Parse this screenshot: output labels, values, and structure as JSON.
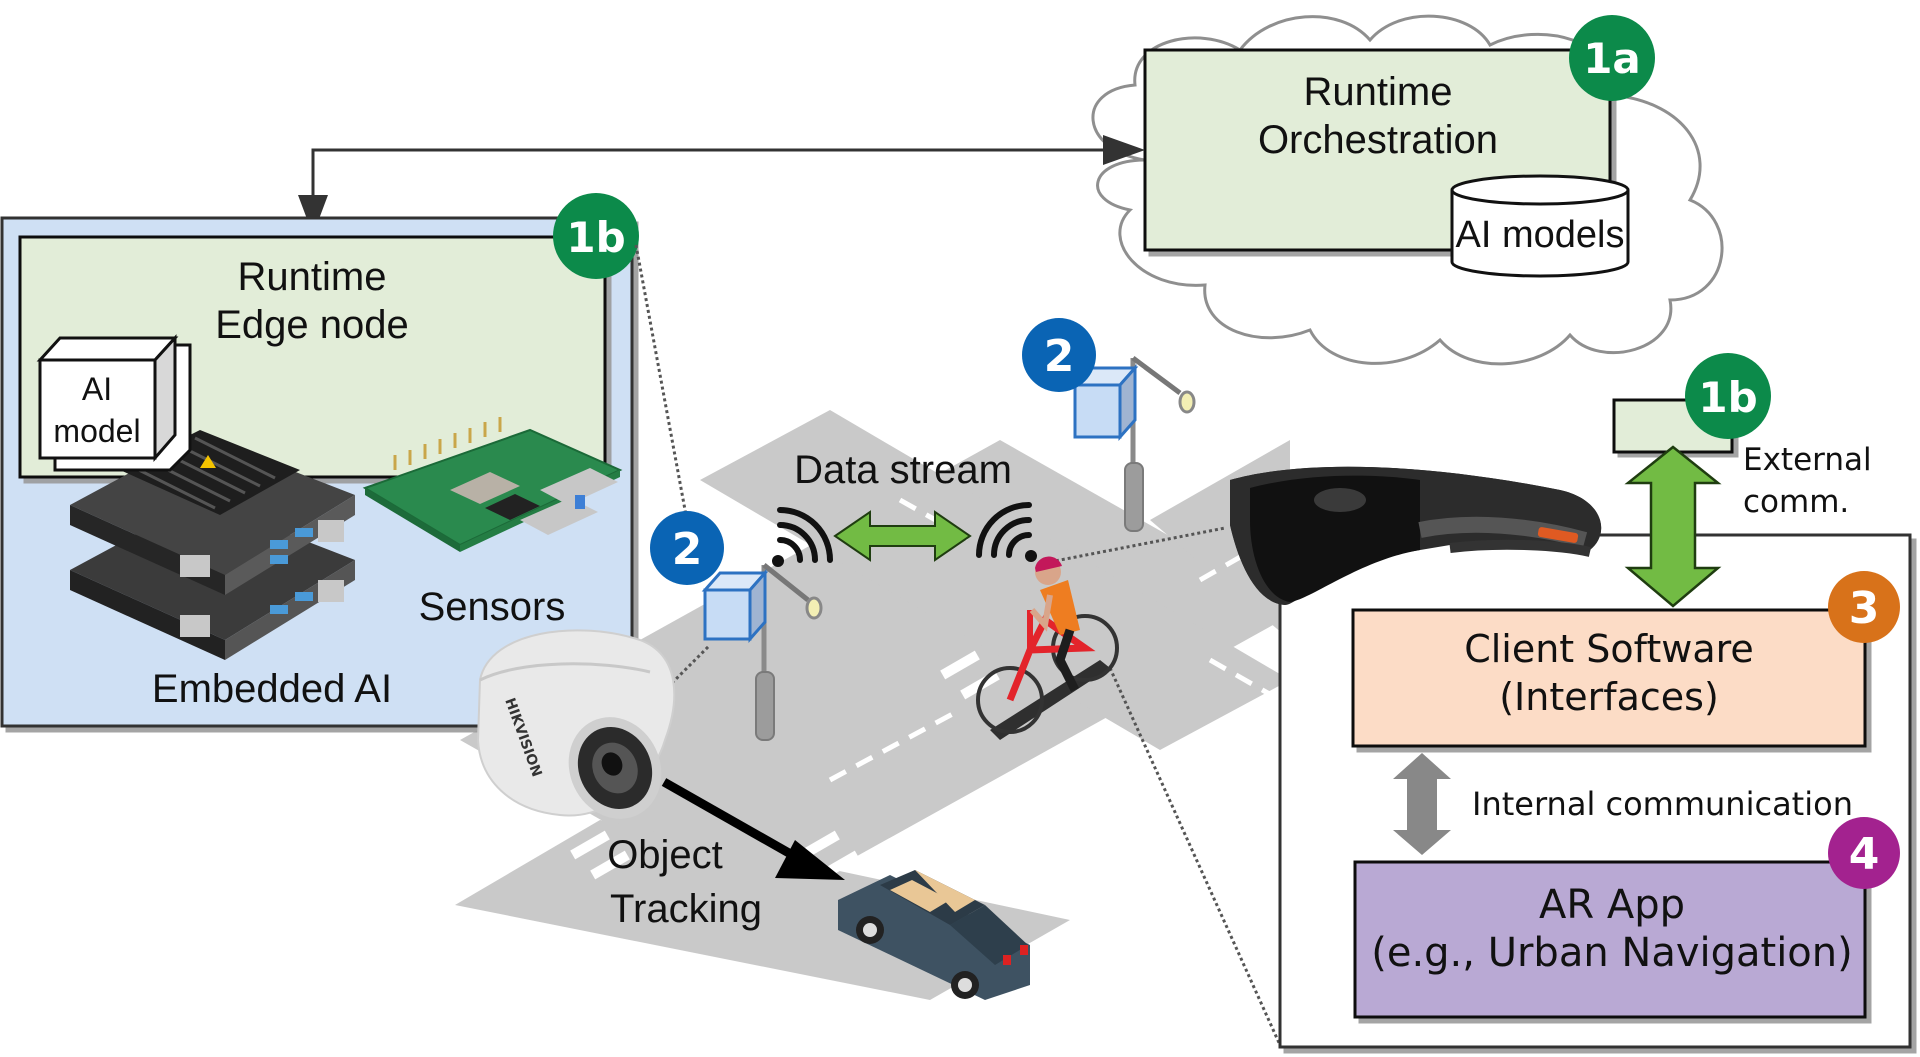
{
  "title": "Edge-cloud AI runtime architecture for AR urban navigation",
  "colors": {
    "edge_panel": "#cfe0f4",
    "runtime_box": "#e2edd8",
    "client_software": "#fcdcc6",
    "ar_app": "#b9a9d4",
    "badge_green": "#0c8a4a",
    "badge_blue": "#0a64b4",
    "badge_orange": "#d8721a",
    "badge_purple": "#a3228f",
    "arrow_green": "#72bb44",
    "arrow_gray": "#888888",
    "road": "#c9c9c9"
  },
  "cloud": {
    "box_title_line1": "Runtime",
    "box_title_line2": "Orchestration",
    "database_label": "AI models",
    "badge": "1a"
  },
  "edge": {
    "box_title_line1": "Runtime",
    "box_title_line2": "Edge node",
    "badge": "1b",
    "model_line1": "AI",
    "model_line2": "model",
    "embedded_label": "Embedded AI",
    "sensors_label": "Sensors"
  },
  "scene": {
    "data_stream_label": "Data stream",
    "object_tracking_line1": "Object",
    "object_tracking_line2": "Tracking",
    "sensor_badge": "2"
  },
  "device": {
    "runtime_badge": "1b",
    "external_line1": "External",
    "external_line2": "comm.",
    "client_line1": "Client Software",
    "client_line2": "(Interfaces)",
    "client_badge": "3",
    "internal_label": "Internal communication",
    "app_line1": "AR App",
    "app_line2": "(e.g., Urban Navigation)",
    "app_badge": "4"
  }
}
